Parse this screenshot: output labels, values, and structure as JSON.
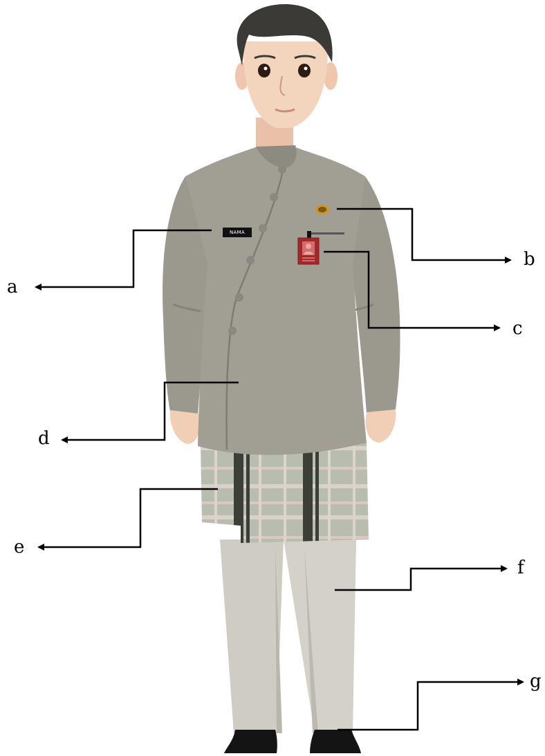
{
  "figure": {
    "name_tag_text": "NAMA",
    "labels": [
      {
        "id": "a",
        "text": "a"
      },
      {
        "id": "b",
        "text": "b"
      },
      {
        "id": "c",
        "text": "c"
      },
      {
        "id": "d",
        "text": "d"
      },
      {
        "id": "e",
        "text": "e"
      },
      {
        "id": "f",
        "text": "f"
      },
      {
        "id": "g",
        "text": "g"
      }
    ],
    "colors": {
      "shirt": "#a19f94",
      "shirt_shadow": "#8d8b80",
      "trousers": "#cfcdc3",
      "sarong_base": "#b8bcaf",
      "sarong_dark": "#3c3f38",
      "skin": "#f1cfb7",
      "hair": "#3b3a36",
      "shoes": "#141414",
      "id_card": "#a3282a",
      "badge": "#c9962b",
      "line": "#000000"
    }
  }
}
